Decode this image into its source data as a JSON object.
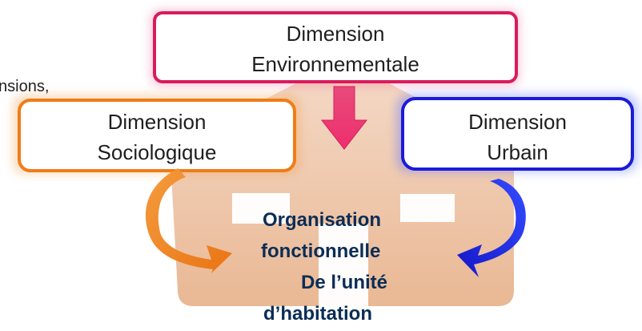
{
  "intro_fragment": "nsions,",
  "top_box": {
    "line1": "Dimension",
    "line2": "Environnementale"
  },
  "left_box": {
    "line1": "Dimension",
    "line2": "Sociologique"
  },
  "right_box": {
    "line1": "Dimension",
    "line2": "Urbain"
  },
  "center_text": {
    "line1": "Organisation",
    "line2": "fonctionnelle",
    "line3": "De l’unité",
    "line4": "d’habitation"
  },
  "colors": {
    "top_box": "#d91b5c",
    "left_box": "#f07c16",
    "right_box": "#1b1bd8",
    "house": "#e6b896",
    "center_text": "#0b2d55",
    "box_text": "#1f1f1f"
  },
  "icons": {
    "house": "house-shape",
    "top_arrow": "down-arrow-icon",
    "left_arrow": "curved-arrow-icon",
    "right_arrow": "curved-arrow-icon"
  }
}
